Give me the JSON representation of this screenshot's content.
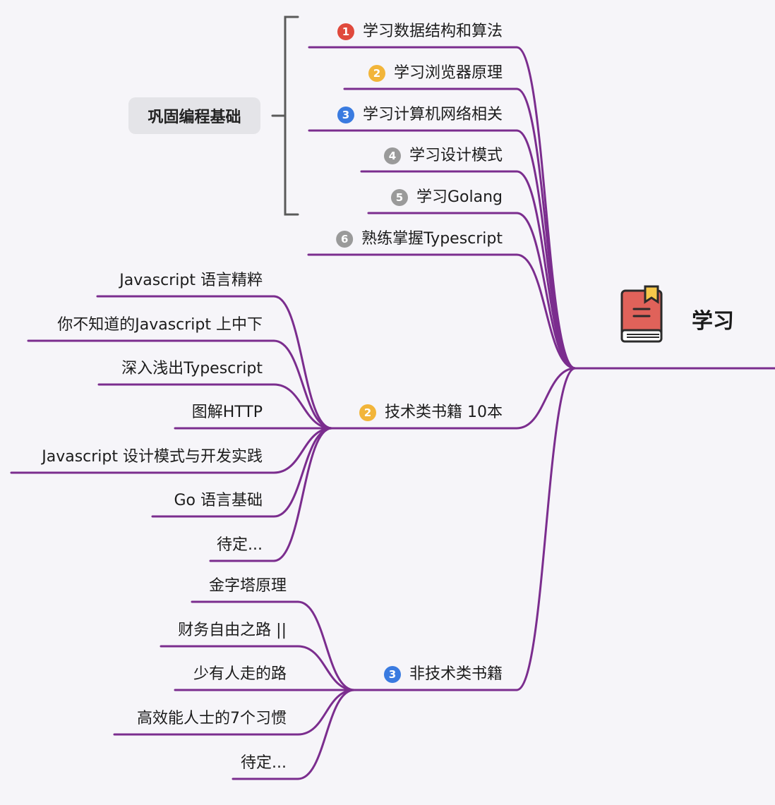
{
  "root": {
    "title": "学习"
  },
  "group": {
    "label": "巩固编程基础"
  },
  "colors": {
    "branch": "#7b2d8e",
    "bracket": "#5a5a5a",
    "badge_red": "#e0493c",
    "badge_yellow": "#f2b53a",
    "badge_blue": "#3a7be0",
    "badge_gray": "#9a9a9a"
  },
  "goals": [
    {
      "num": "1",
      "badge": "badge_red",
      "label": "学习数据结构和算法"
    },
    {
      "num": "2",
      "badge": "badge_yellow",
      "label": "学习浏览器原理"
    },
    {
      "num": "3",
      "badge": "badge_blue",
      "label": "学习计算机网络相关"
    },
    {
      "num": "4",
      "badge": "badge_gray",
      "label": "学习设计模式"
    },
    {
      "num": "5",
      "badge": "badge_gray",
      "label": "学习Golang"
    },
    {
      "num": "6",
      "badge": "badge_gray",
      "label": "熟练掌握Typescript"
    }
  ],
  "tech_books": {
    "num": "2",
    "badge": "badge_yellow",
    "label": "技术类书籍 10本",
    "children": [
      "Javascript 语言精粹",
      "你不知道的Javascript 上中下",
      "深入浅出Typescript",
      "图解HTTP",
      "Javascript 设计模式与开发实践",
      "Go  语言基础",
      "待定..."
    ]
  },
  "nontech_books": {
    "num": "3",
    "badge": "badge_blue",
    "label": "非技术类书籍",
    "children": [
      "金字塔原理",
      "财务自由之路 ||",
      "少有人走的路",
      "高效能人士的7个习惯",
      "待定..."
    ]
  }
}
